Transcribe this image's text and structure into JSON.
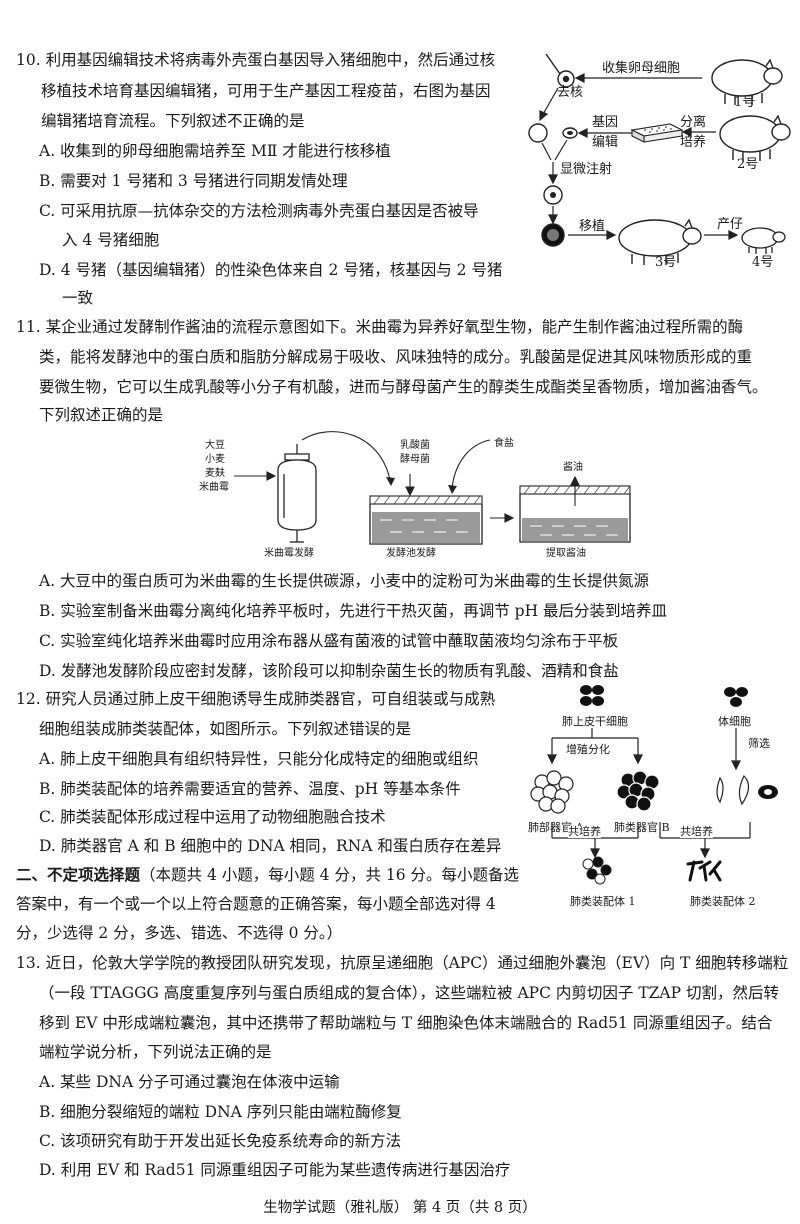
{
  "q10": {
    "lines": [
      "10. 利用基因编辑技术将病毒外壳蛋白基因导入猪细胞中，然后通过核",
      "移植技术培育基因编辑猪，可用于生产基因工程疫苗，右图为基因",
      "编辑猪培育流程。下列叙述不正确的是",
      "A. 收集到的卵母细胞需培养至 MⅡ 才能进行核移植",
      "B. 需要对 1 号猪和 3 号猪进行同期发情处理",
      "C. 可采用抗原—抗体杂交的方法检测病毒外壳蛋白基因是否被导",
      "入 4 号猪细胞",
      "D. 4 号猪（基因编辑猪）的性染色体来自 2 号猪，核基因与 2 号猪",
      "一致"
    ],
    "figure": {
      "collect": "收集卵母细胞",
      "pig1": "1号",
      "enucleate": "去核",
      "gene_edit_1": "基因",
      "gene_edit_2": "编辑",
      "separate_1": "分离",
      "separate_2": "培养",
      "pig2": "2号",
      "microinject": "显微注射",
      "transplant": "移植",
      "birth": "产仔",
      "pig3": "3号",
      "pig4": "4号"
    }
  },
  "q11": {
    "lines": [
      "11. 某企业通过发酵制作酱油的流程示意图如下。米曲霉为异养好氧型生物，能产生制作酱油过程所需的酶",
      "类，能将发酵池中的蛋白质和脂肪分解成易于吸收、风味独特的成分。乳酸菌是促进其风味物质形成的重",
      "要微生物，它可以生成乳酸等小分子有机酸，进而与酵母菌产生的醇类生成酯类呈香物质，增加酱油香气。",
      "下列叙述正确的是"
    ],
    "figure": {
      "inputs": [
        "大豆",
        "小麦",
        "麦麸",
        "米曲霉"
      ],
      "lab1": "乳酸菌",
      "lab2": "酵母菌",
      "salt": "食盐",
      "soy": "酱油",
      "step1": "米曲霉发酵",
      "step2": "发酵池发酵",
      "step3": "提取酱油"
    },
    "options": [
      "A. 大豆中的蛋白质可为米曲霉的生长提供碳源，小麦中的淀粉可为米曲霉的生长提供氮源",
      "B. 实验室制备米曲霉分离纯化培养平板时，先进行干热灭菌，再调节 pH 最后分装到培养皿",
      "C. 实验室纯化培养米曲霉时应用涂布器从盛有菌液的试管中蘸取菌液均匀涂布于平板",
      "D. 发酵池发酵阶段应密封发酵，该阶段可以抑制杂菌生长的物质有乳酸、酒精和食盐"
    ]
  },
  "q12": {
    "lines": [
      "12. 研究人员通过肺上皮干细胞诱导生成肺类器官，可自组装或与成熟",
      "细胞组装成肺类装配体，如图所示。下列叙述错误的是",
      "A. 肺上皮干细胞具有组织特异性，只能分化成特定的细胞或组织",
      "B. 肺类装配体的培养需要适宜的营养、温度、pH 等基本条件",
      "C. 肺类装配体形成过程中运用了动物细胞融合技术",
      "D. 肺类器官 A 和 B 细胞中的 DNA 相同，RNA 和蛋白质存在差异"
    ],
    "figure": {
      "stem": "肺上皮干细胞",
      "body": "体细胞",
      "diff": "增殖分化",
      "screen": "筛选",
      "orgA": "肺部器官 A",
      "orgB": "肺类器官 B",
      "co1": "共培养",
      "co2": "共培养",
      "asm1": "肺类装配体 1",
      "asm2": "肺类装配体 2"
    }
  },
  "section2": {
    "title": "二、不定项选择题",
    "lines": [
      "（本题共 4 小题，每小题 4 分，共 16 分。每小题备选",
      "答案中，有一个或一个以上符合题意的正确答案，每小题全部选对得 4",
      "分，少选得 2 分，多选、错选、不选得 0 分。）"
    ]
  },
  "q13": {
    "lines": [
      "13. 近日，伦敦大学学院的教授团队研究发现，抗原呈递细胞（APC）通过细胞外囊泡（EV）向 T 细胞转移端粒",
      "（一段 TTAGGG 高度重复序列与蛋白质组成的复合体），这些端粒被 APC 内剪切因子 TZAP 切割，然后转",
      "移到 EV 中形成端粒囊泡，其中还携带了帮助端粒与 T 细胞染色体末端融合的 Rad51 同源重组因子。结合",
      "端粒学说分析，下列说法正确的是",
      "A. 某些 DNA 分子可通过囊泡在体液中运输",
      "B. 细胞分裂缩短的端粒 DNA 序列只能由端粒酶修复",
      "C. 该项研究有助于开发出延长免疫系统寿命的新方法",
      "D. 利用 EV 和 Rad51 同源重组因子可能为某些遗传病进行基因治疗"
    ]
  },
  "footer": "生物学试题（雅礼版）  第 4 页（共 8 页）"
}
